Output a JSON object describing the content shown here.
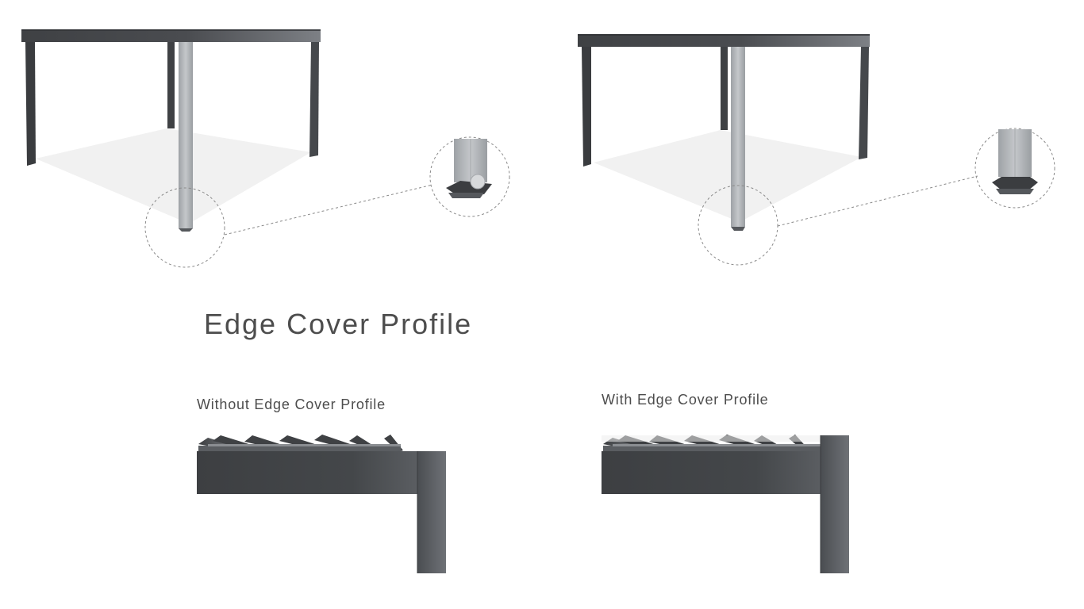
{
  "title": "Edge Cover Profile",
  "panels": [
    {
      "caption": "Without Edge Cover Profile"
    },
    {
      "caption": "With Edge Cover Profile"
    }
  ],
  "colors": {
    "frame_dark": "#3f4144",
    "frame_mid": "#6a6d72",
    "post_light": "#b6b9bd",
    "floor_shadow": "#f1f1f1",
    "dashed_line": "#8a8a8a",
    "text": "#4d4d4d"
  }
}
